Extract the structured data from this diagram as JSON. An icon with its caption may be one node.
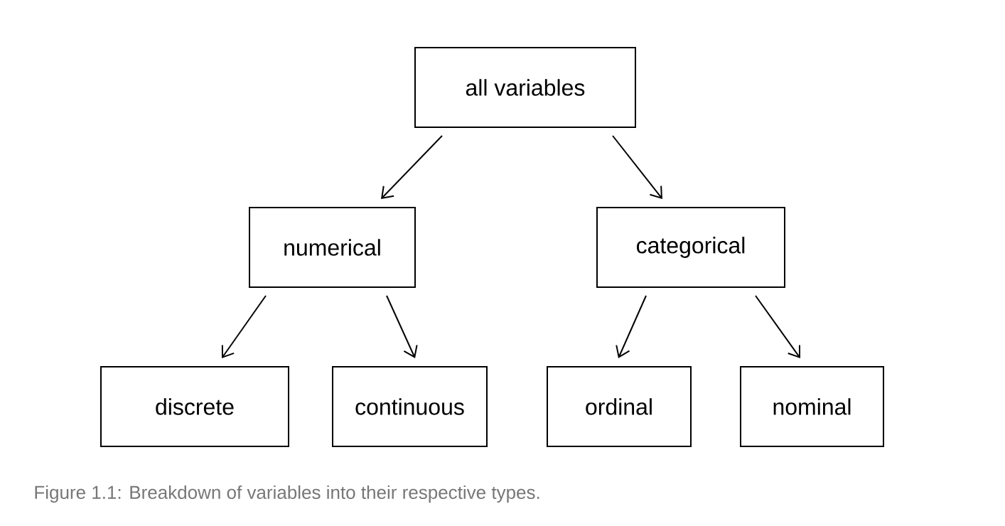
{
  "diagram": {
    "caption": "Figure 1.1: Breakdown of variables into their respective types.",
    "nodes": [
      {
        "text": [
          "all variables"
        ]
      },
      {
        "text": [
          "numerical"
        ]
      },
      {
        "text": [
          "categorical"
        ]
      },
      {
        "text": [
          "discrete"
        ]
      },
      {
        "text": [
          "continuous"
        ]
      },
      {
        "text": [
          "ordinal"
        ]
      },
      {
        "text": [
          "nominal"
        ]
      }
    ],
    "edges": [
      {
        "from": 0,
        "to": 1,
        "arrow": "to"
      },
      {
        "from": 0,
        "to": 2,
        "arrow": "to"
      },
      {
        "from": 1,
        "to": 3,
        "arrow": "to"
      },
      {
        "from": 1,
        "to": 4,
        "arrow": "to"
      },
      {
        "from": 2,
        "to": 5,
        "arrow": "to"
      },
      {
        "from": 2,
        "to": 6,
        "arrow": "to"
      }
    ]
  }
}
